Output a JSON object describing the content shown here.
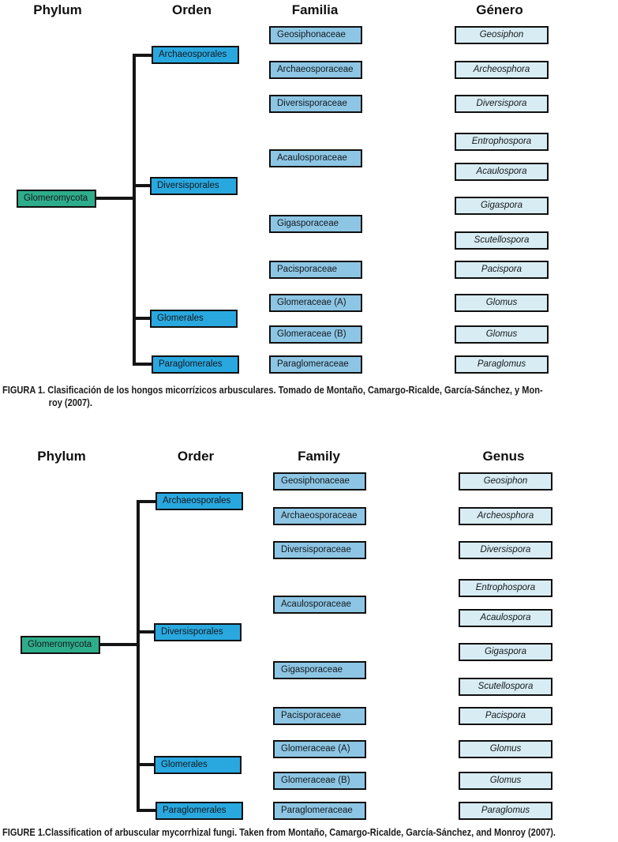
{
  "colors": {
    "phylum-fill": "#2ead8b",
    "order-fill": "#29a8df",
    "family-fill": "#8dc6e4",
    "genus-fill": "#d8edf3",
    "line-color": "#141414"
  },
  "figure1": {
    "headers": {
      "phylum": "Phylum",
      "order": "Orden",
      "family": "Familia",
      "genus": "Género"
    },
    "phylum": "Glomeromycota",
    "orders": {
      "archaeosporales": "Archaeosporales",
      "diversisporales": "Diversisporales",
      "glomerales": "Glomerales",
      "paraglomerales": "Paraglomerales"
    },
    "families": {
      "geosiphonaceae": "Geosiphonaceae",
      "archaeosporaceae": "Archaeosporaceae",
      "diversisporaceae": "Diversisporaceae",
      "acaulosporaceae": "Acaulosporaceae",
      "gigasporaceae": "Gigasporaceae",
      "pacisporaceae": "Pacisporaceae",
      "glomeraceae_a": "Glomeraceae (A)",
      "glomeraceae_b": "Glomeraceae (B)",
      "paraglomeraceae": "Paraglomeraceae"
    },
    "genera": {
      "geosiphon": "Geosiphon",
      "archeosphora": "Archeosphora",
      "diversispora": "Diversispora",
      "entrophospora": "Entrophospora",
      "acaulospora": "Acaulospora",
      "gigaspora": "Gigaspora",
      "scutellospora": "Scutellospora",
      "pacispora": "Pacispora",
      "glomus_a": "Glomus",
      "glomus_b": "Glomus",
      "paraglomus": "Paraglomus"
    },
    "caption": {
      "line1": "FIGURA 1. Clasificación de los hongos micorrízicos arbusculares. Tomado de Montaño, Camargo-Ricalde, García-Sánchez, y Mon-",
      "line2": "roy (2007)."
    }
  },
  "figure2": {
    "headers": {
      "phylum": "Phylum",
      "order": "Order",
      "family": "Family",
      "genus": "Genus"
    },
    "phylum": "Glomeromycota",
    "orders": {
      "archaeosporales": "Archaeosporales",
      "diversisporales": "Diversisporales",
      "glomerales": "Glomerales",
      "paraglomerales": "Paraglomerales"
    },
    "families": {
      "geosiphonaceae": "Geosiphonaceae",
      "archaeosporaceae": "Archaeosporaceae",
      "diversisporaceae": "Diversisporaceae",
      "acaulosporaceae": "Acaulosporaceae",
      "gigasporaceae": "Gigasporaceae",
      "pacisporaceae": "Pacisporaceae",
      "glomeraceae_a": "Glomeraceae (A)",
      "glomeraceae_b": "Glomeraceae (B)",
      "paraglomeraceae": "Paraglomeraceae"
    },
    "genera": {
      "geosiphon": "Geosiphon",
      "archeosphora": "Archeosphora",
      "diversispora": "Diversispora",
      "entrophospora": "Entrophospora",
      "acaulospora": "Acaulospora",
      "gigaspora": "Gigaspora",
      "scutellospora": "Scutellospora",
      "pacispora": "Pacispora",
      "glomus_a": "Glomus",
      "glomus_b": "Glomus",
      "paraglomus": "Paraglomus"
    },
    "caption": {
      "line1": "FIGURE 1.Classification of arbuscular mycorrhizal fungi. Taken from Montaño, Camargo-Ricalde, García-Sánchez, and Monroy (2007)."
    }
  }
}
